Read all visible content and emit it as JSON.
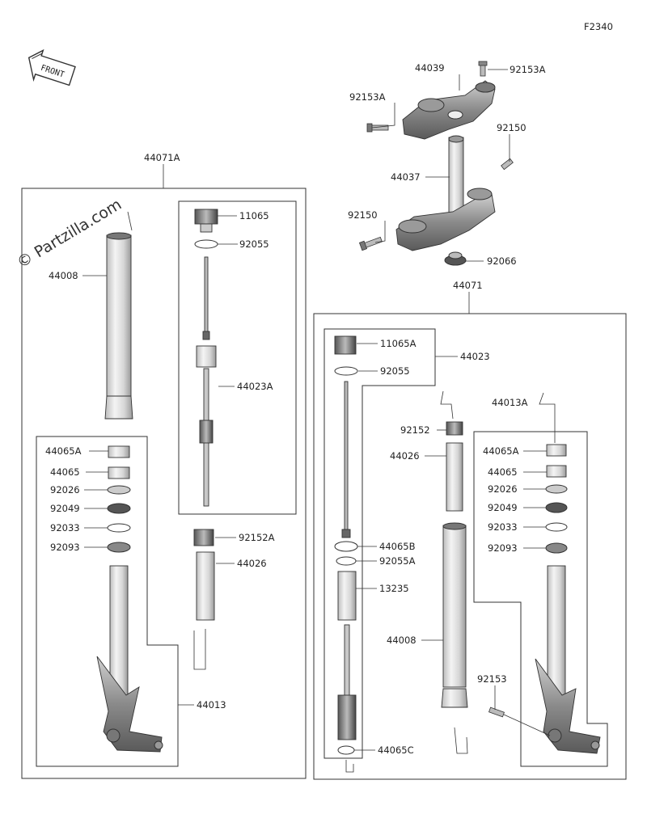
{
  "diagram_code": "F2340",
  "watermark": "© Partzilla.com",
  "front_badge": "FRONT",
  "labels": {
    "l44039": "44039",
    "l92153A_top": "92153A",
    "l92153A_left": "92153A",
    "l92150_right": "92150",
    "l44037": "44037",
    "l92150_left": "92150",
    "l92066": "92066",
    "l44071A": "44071A",
    "l44071": "44071",
    "l44008_left": "44008",
    "l11065": "11065",
    "l92055_left": "92055",
    "l44023A": "44023A",
    "l44065A_left": "44065A",
    "l44065_left": "44065",
    "l92026_left": "92026",
    "l92049_left": "92049",
    "l92033_left": "92033",
    "l92093_left": "92093",
    "l92152A": "92152A",
    "l44026_left": "44026",
    "l44013": "44013",
    "l11065A": "11065A",
    "l44023": "44023",
    "l92055_right": "92055",
    "l92152": "92152",
    "l44026_right": "44026",
    "l44013A": "44013A",
    "l44065A_right": "44065A",
    "l44065_right": "44065",
    "l92026_right": "92026",
    "l92049_right": "92049",
    "l92033_right": "92033",
    "l92093_right": "92093",
    "l44065B": "44065B",
    "l92055A": "92055A",
    "l13235": "13235",
    "l44008_right": "44008",
    "l92153": "92153",
    "l44065C": "44065C"
  }
}
